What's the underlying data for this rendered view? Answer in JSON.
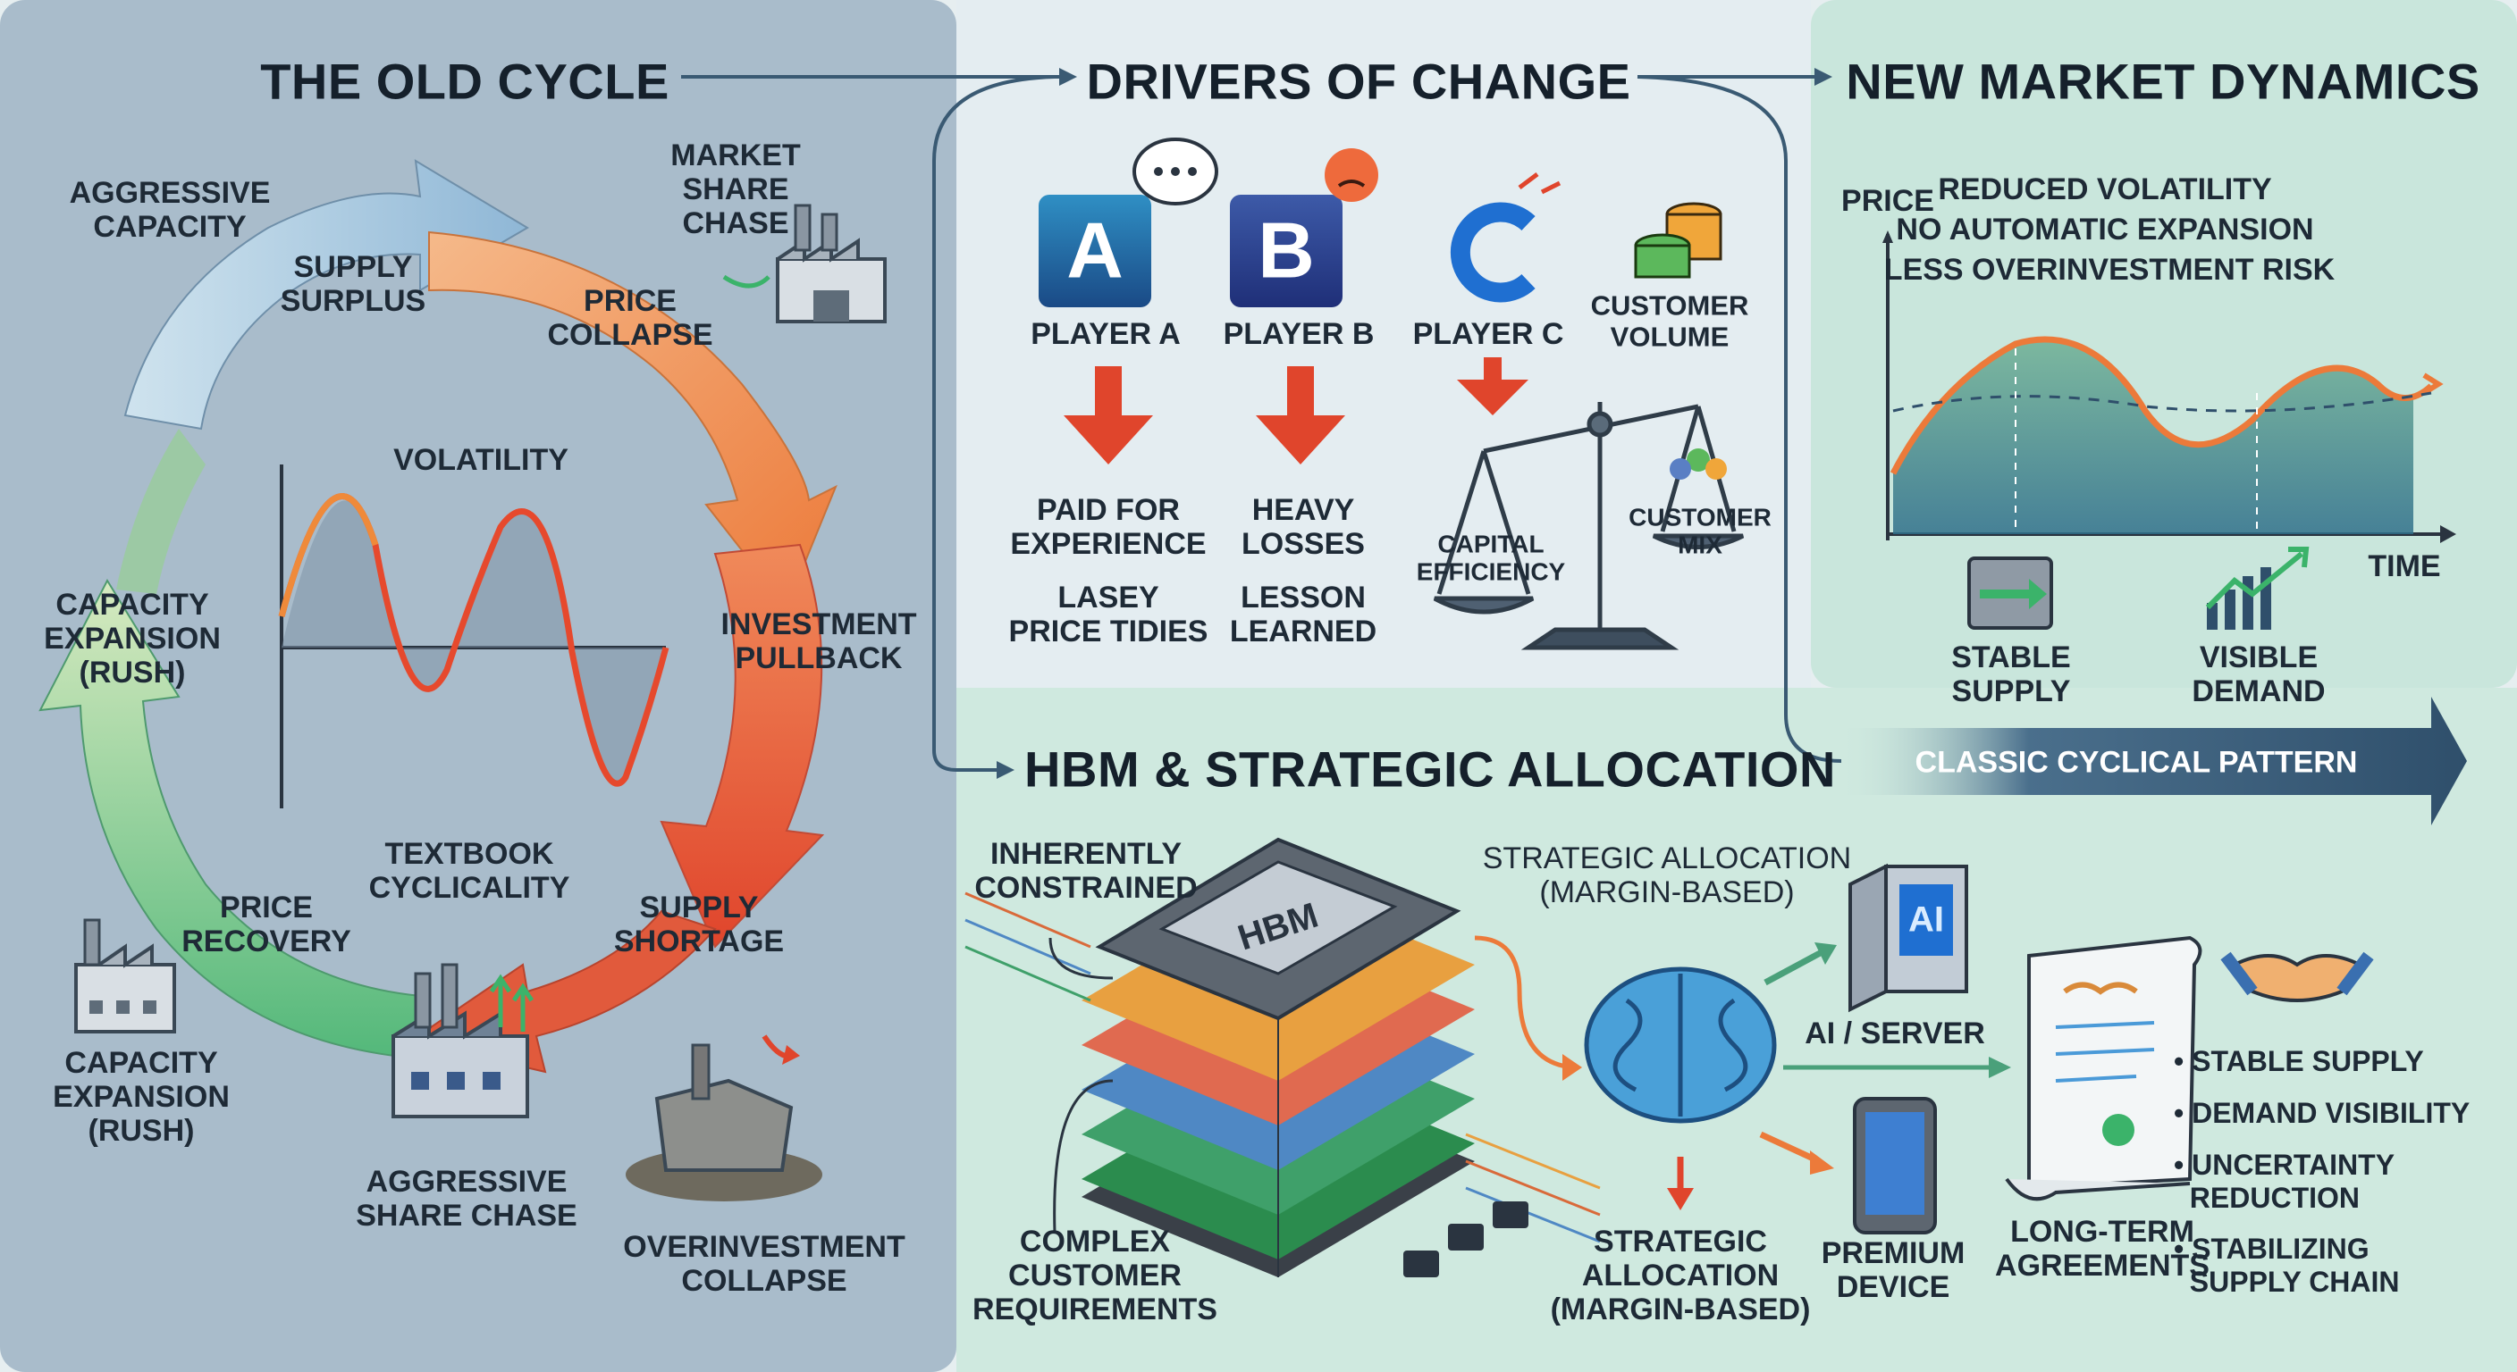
{
  "sections": {
    "old_cycle": {
      "title": "THE OLD CYCLE",
      "labels": {
        "aggressive_capacity": "AGGRESSIVE\nCAPACITY",
        "supply_surplus": "SUPPLY\nSURPLUS",
        "market_share_chase": "MARKET\nSHARE\nCHASE",
        "price_collapse": "PRICE\nCOLLAPSE",
        "volatility": "VOLATILITY",
        "investment_pullback": "INVESTMENT\nPULLBACK",
        "capacity_expansion_left": "CAPACITY\nEXPANSION\n(RUSH)",
        "textbook_cyclicality": "TEXTBOOK\nCYCLICALITY",
        "price_recovery": "PRICE\nRECOVERY",
        "supply_shortage": "SUPPLY\nSHORTAGE",
        "capacity_expansion_bottom": "CAPACITY\nEXPANSION\n(RUSH)",
        "aggressive_share_chase": "AGGRESSIVE\nSHARE CHASE",
        "overinvestment_collapse": "OVERINVESTMENT\nCOLLAPSE"
      }
    },
    "drivers": {
      "title": "DRIVERS OF CHANGE",
      "players": [
        {
          "letter": "A",
          "name": "PLAYER A",
          "result": "PAID FOR\nEXPERIENCE",
          "result2": "LASEY\nPRICE TIDIES"
        },
        {
          "letter": "B",
          "name": "PLAYER B",
          "result": "HEAVY\nLOSSES",
          "result2": "LESSON\nLEARNED"
        },
        {
          "letter": "C",
          "name": "PLAYER C"
        }
      ],
      "customer_volume": "CUSTOMER\nVOLUME",
      "capital_efficiency": "CAPITAL\nEFFICIENCY",
      "customer_mix": "CUSTOMER\nMIX"
    },
    "new_market": {
      "title": "NEW MARKET DYNAMICS",
      "y_axis": "PRICE",
      "x_axis": "TIME",
      "notes": [
        "REDUCED VOLATILITY",
        "NO AUTOMATIC EXPANSION",
        "LESS OVERINVESTMENT RISK"
      ],
      "stable_supply": "STABLE\nSUPPLY",
      "visible_demand": "VISIBLE\nDEMAND",
      "pattern_arrow": "CLASSIC CYCLICAL PATTERN"
    },
    "hbm": {
      "title": "HBM & STRATEGIC ALLOCATION",
      "chip_label": "HBM",
      "inherently_constrained": "INHERENTLY\nCONSTRAINED",
      "complex_requirements": "COMPLEX\nCUSTOMER\nREQUIREMENTS",
      "allocation_top": "STRATEGIC ALLOCATION\n(MARGIN-BASED)",
      "allocation_bottom": "STRATEGIC\nALLOCATION\n(MARGIN-BASED)",
      "ai_server": "AI / SERVER",
      "ai_badge": "AI",
      "premium_device": "PREMIUM\nDEVICE",
      "long_term": "LONG-TERM\nAGREEMENTS",
      "benefits": [
        "• STABLE SUPPLY",
        "• DEMAND VISIBILITY",
        "• UNCERTAINTY\n  REDUCTION",
        "• STABILIZING\n  SUPPLY CHAIN"
      ]
    }
  },
  "colors": {
    "left_panel": "#a9bccb",
    "mid_panel": "#e4edf1",
    "right_panel": "#c9e6dc",
    "bottom_panel": "#cfe9df",
    "arrow_dark": "#3a5a73"
  }
}
